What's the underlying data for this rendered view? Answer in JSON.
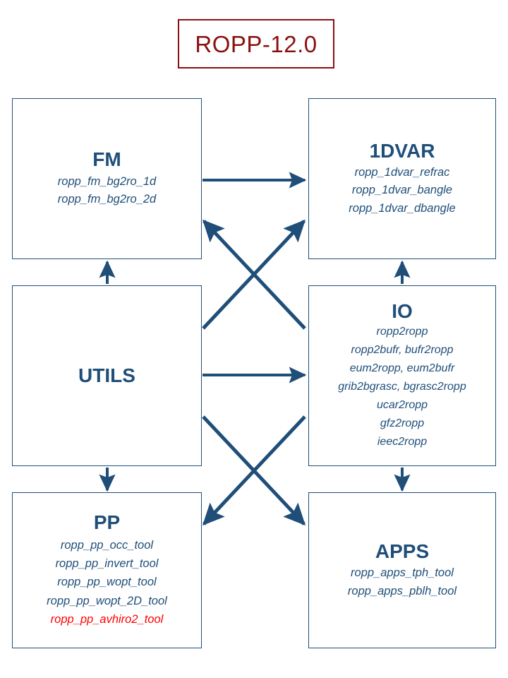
{
  "title": {
    "label": "ROPP-12.0",
    "border_color": "#8B1010",
    "text_color": "#8B1010"
  },
  "theme": {
    "accent": "#1F4E79",
    "highlight": "#FF0000",
    "background": "#FFFFFF"
  },
  "boxes": [
    {
      "id": "fm",
      "title": "FM",
      "items": [
        "ropp_fm_bg2ro_1d",
        "ropp_fm_bg2ro_2d"
      ]
    },
    {
      "id": "1dvar",
      "title": "1DVAR",
      "items": [
        "ropp_1dvar_refrac",
        "ropp_1dvar_bangle",
        "ropp_1dvar_dbangle"
      ]
    },
    {
      "id": "utils",
      "title": "UTILS",
      "items": []
    },
    {
      "id": "io",
      "title": "IO",
      "items": [
        "ropp2ropp",
        "ropp2bufr, bufr2ropp",
        "eum2ropp, eum2bufr",
        "grib2bgrasc, bgrasc2ropp",
        "ucar2ropp",
        "gfz2ropp",
        "ieec2ropp"
      ]
    },
    {
      "id": "pp",
      "title": "PP",
      "items": [
        "ropp_pp_occ_tool",
        "ropp_pp_invert_tool",
        "ropp_pp_wopt_tool",
        "ropp_pp_wopt_2D_tool",
        "ropp_pp_avhiro2_tool"
      ],
      "highlighted_items": [
        "ropp_pp_avhiro2_tool"
      ]
    },
    {
      "id": "apps",
      "title": "APPS",
      "items": [
        "ropp_apps_tph_tool",
        "ropp_apps_pblh_tool"
      ]
    }
  ],
  "connections": [
    {
      "from": "fm",
      "to": "1dvar",
      "style": "straight-horizontal"
    },
    {
      "from": "utils",
      "to": "io",
      "style": "straight-horizontal"
    },
    {
      "from": "utils",
      "to": "fm",
      "style": "straight-vertical"
    },
    {
      "from": "utils",
      "to": "pp",
      "style": "straight-vertical"
    },
    {
      "from": "io",
      "to": "1dvar",
      "style": "straight-vertical"
    },
    {
      "from": "io",
      "to": "apps",
      "style": "straight-vertical"
    },
    {
      "from": "utils",
      "to": "1dvar",
      "style": "diagonal"
    },
    {
      "from": "io",
      "to": "fm",
      "style": "diagonal"
    },
    {
      "from": "utils",
      "to": "apps",
      "style": "diagonal"
    },
    {
      "from": "io",
      "to": "pp",
      "style": "diagonal"
    }
  ]
}
